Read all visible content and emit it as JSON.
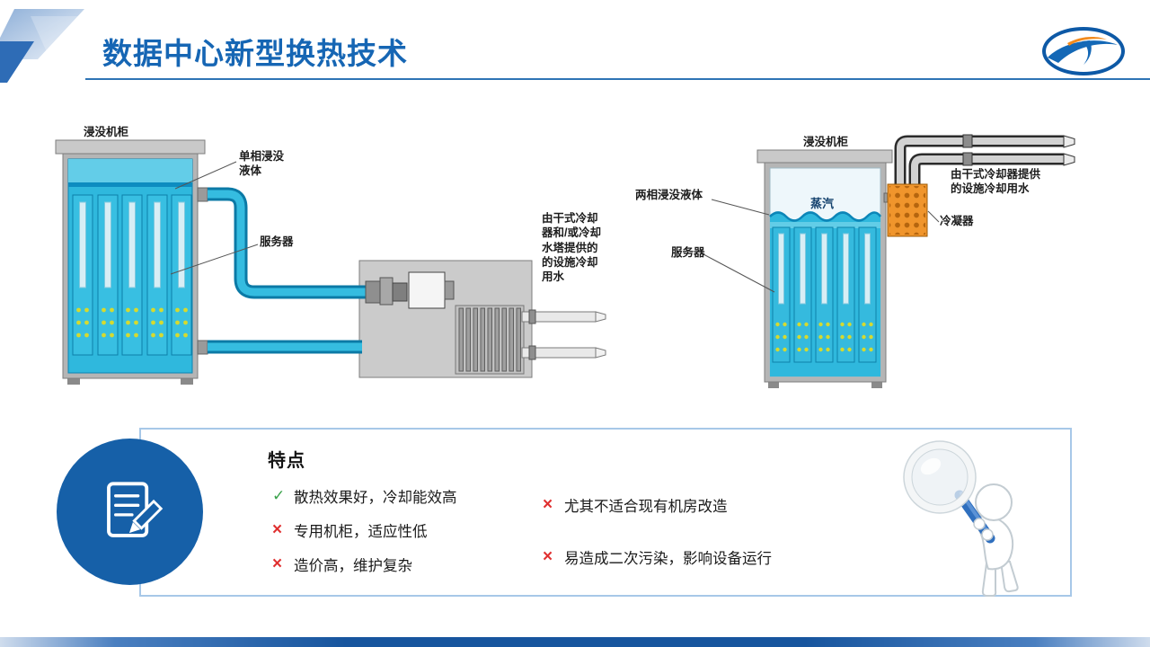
{
  "header": {
    "title": "数据中心新型换热技术"
  },
  "diagram_left": {
    "cabinet_label": "浸没机柜",
    "fluid_label_lines": [
      "单相浸没",
      "液体"
    ],
    "server_label": "服务器",
    "water_note_lines": [
      "由干式冷却",
      "器和/或冷却",
      "水塔提供的",
      "的设施冷却",
      "用水"
    ]
  },
  "diagram_right": {
    "cabinet_label": "浸没机柜",
    "fluid_label": "两相浸没液体",
    "server_label": "服务器",
    "vapor_label": "蒸汽",
    "condenser_label": "冷凝器",
    "water_note_lines": [
      "由干式冷却器提供",
      "的设施冷却用水"
    ]
  },
  "features": {
    "heading": "特点",
    "left_items": [
      {
        "mark": "✓",
        "type": "pro",
        "text": "散热效果好，冷却能效高"
      },
      {
        "mark": "×",
        "type": "con",
        "text": "专用机柜，适应性低"
      },
      {
        "mark": "×",
        "type": "con",
        "text": "造价高，维护复杂"
      }
    ],
    "right_items": [
      {
        "mark": "×",
        "type": "con",
        "text": "尤其不适合现有机房改造"
      },
      {
        "mark": "×",
        "type": "con",
        "text": "易造成二次污染，影响设备运行"
      }
    ]
  },
  "icons": {
    "corner_decoration": "blue-parallelogram-decoration",
    "logo": "company-oval-logo",
    "feature_badge": "document-pencil-icon",
    "mascot": "figure-with-magnifier"
  },
  "colors": {
    "title_blue": "#1666b4",
    "header_rule": "#2e74b5",
    "liquid_cyan": "#2fb8dd",
    "server_cyan": "#38bfe2",
    "condenser_orange": "#f0952c",
    "circle_blue": "#1660a8",
    "box_border": "#a7c8e8",
    "check_green": "#3aa24b",
    "cross_red": "#e03030"
  }
}
